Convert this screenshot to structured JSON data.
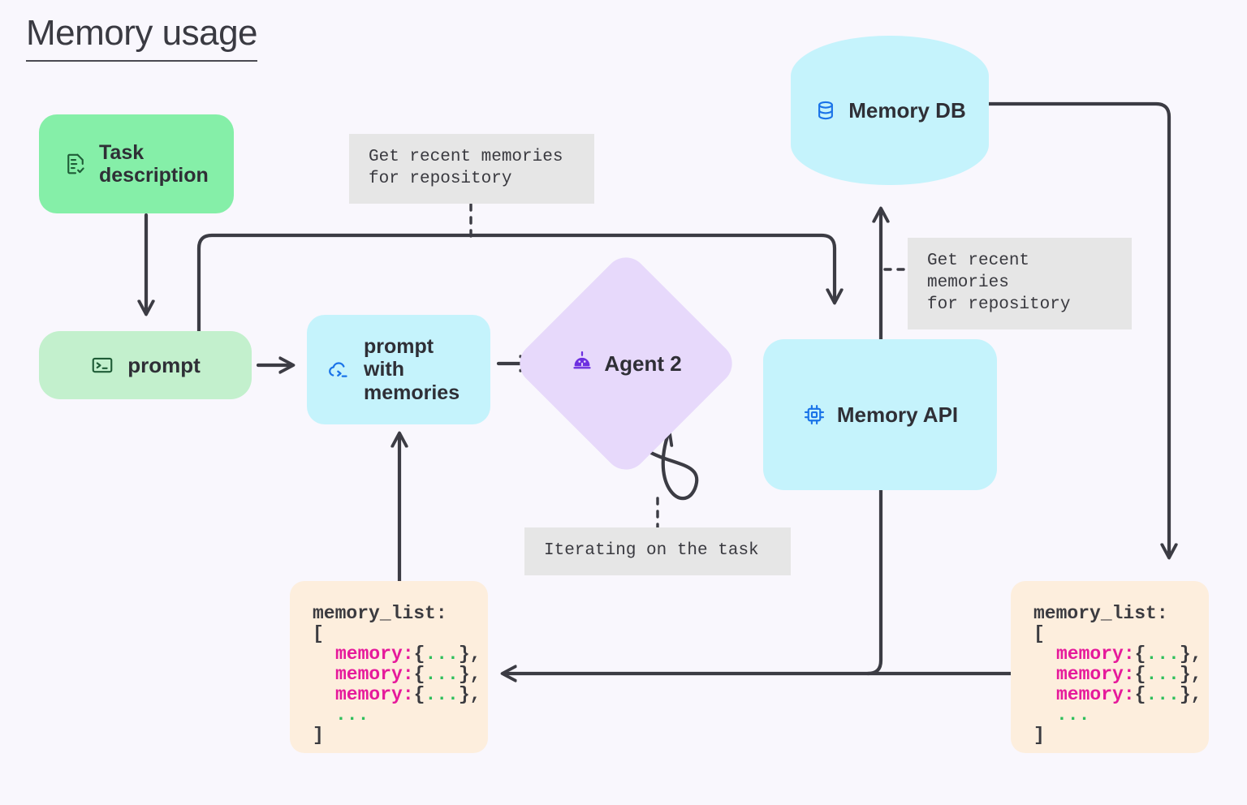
{
  "page": {
    "title": "Memory usage",
    "background_color": "#f9f7fd"
  },
  "colors": {
    "task_green": "#85efa8",
    "prompt_green": "#c3f0cd",
    "blue": "#c5f3fc",
    "purple": "#e7d9fb",
    "code_peach": "#fdeedd",
    "note_gray": "#e6e6e6",
    "line": "#3c3c44",
    "text": "#2f2f36",
    "icon_blue": "#1a73e8",
    "icon_purple": "#6d2fe0",
    "icon_green": "#1f7a3f",
    "code_key": "#e6199b",
    "code_dots": "#2fbf5c"
  },
  "nodes": {
    "task_description": {
      "label": "Task\ndescription",
      "icon": "document-check-icon"
    },
    "prompt": {
      "label": "prompt",
      "icon": "terminal-icon"
    },
    "prompt_with_memories": {
      "label": "prompt\nwith\nmemories",
      "icon": "cloud-terminal-icon"
    },
    "agent_2": {
      "label": "Agent 2",
      "icon": "robot-icon"
    },
    "memory_api": {
      "label": "Memory API",
      "icon": "chip-icon"
    },
    "memory_db": {
      "label": "Memory DB",
      "icon": "database-icon"
    }
  },
  "notes": {
    "top": "Get recent memories\nfor repository",
    "right": "Get recent memories\nfor repository",
    "iterate": "Iterating on the task"
  },
  "code_blocks": {
    "left": {
      "title": "memory_list:",
      "open": "[",
      "entries": [
        "memory:",
        "memory:",
        "memory:"
      ],
      "entry_value": "{...},",
      "ellipsis": "...",
      "close": "]"
    },
    "right": {
      "title": "memory_list:",
      "open": "[",
      "entries": [
        "memory:",
        "memory:",
        "memory:"
      ],
      "entry_value": "{...},",
      "ellipsis": "...",
      "close": "]"
    }
  },
  "edges": [
    {
      "name": "task-to-prompt",
      "from": "task_description",
      "to": "prompt",
      "style": "solid-arrow"
    },
    {
      "name": "prompt-to-prompt-with-memories",
      "from": "prompt",
      "to": "prompt_with_memories",
      "style": "solid-arrow"
    },
    {
      "name": "prompt-with-memories-to-agent-2",
      "from": "prompt_with_memories",
      "to": "agent_2",
      "style": "solid-arrow"
    },
    {
      "name": "prompt-to-memory-api",
      "from": "prompt",
      "to": "memory_api",
      "style": "solid-arrow-routed",
      "note": "top"
    },
    {
      "name": "memory-api-to-memory-db",
      "from": "memory_api",
      "to": "memory_db",
      "style": "solid-arrow",
      "note": "right"
    },
    {
      "name": "memory-db-to-code-right",
      "from": "memory_db",
      "to": "code_right",
      "style": "solid-arrow-routed"
    },
    {
      "name": "code-right-to-code-left",
      "from": "code_right",
      "to": "code_left",
      "style": "solid-arrow"
    },
    {
      "name": "memory-api-to-bus",
      "from": "memory_api",
      "to": "code_left",
      "style": "solid"
    },
    {
      "name": "code-left-to-prompt-with-memories",
      "from": "code_left",
      "to": "prompt_with_memories",
      "style": "solid-arrow"
    },
    {
      "name": "agent-2-self-loop",
      "from": "agent_2",
      "to": "agent_2",
      "style": "self-loop",
      "note": "iterate"
    }
  ]
}
